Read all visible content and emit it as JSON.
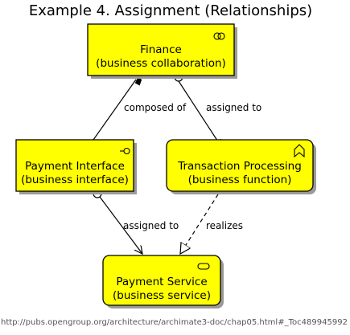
{
  "title": "Example 4. Assignment (Relationships)",
  "nodes": {
    "finance": {
      "name": "Finance",
      "type": "(business collaboration)",
      "icon": "business-collaboration-icon"
    },
    "payment_interface": {
      "name": "Payment Interface",
      "type": "(business interface)",
      "icon": "business-interface-icon"
    },
    "transaction_processing": {
      "name": "Transaction Processing",
      "type": "(business function)",
      "icon": "business-function-icon"
    },
    "payment_service": {
      "name": "Payment Service",
      "type": "(business service)",
      "icon": "business-service-icon"
    }
  },
  "relations": {
    "composed_of": "composed of",
    "assigned_to_1": "assigned to",
    "assigned_to_2": "assigned to",
    "realizes": "realizes"
  },
  "footer": "http://pubs.opengroup.org/architecture/archimate3-doc/chap05.html#_Toc489945992",
  "colors": {
    "node_fill": "#ffff00",
    "shadow": "#9a9a9a",
    "stroke": "#000000"
  }
}
